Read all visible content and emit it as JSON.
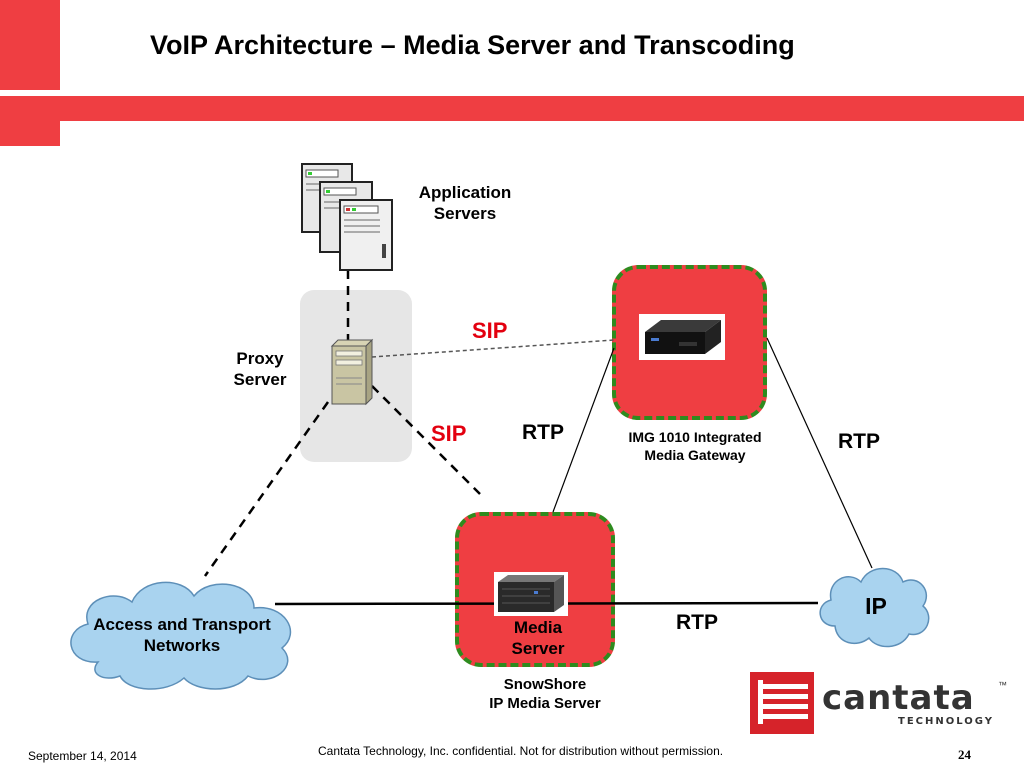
{
  "slide": {
    "title": "VoIP Architecture – Media Server and Transcoding",
    "page_number": "24"
  },
  "nodes": {
    "application_servers": {
      "line1": "Application",
      "line2": "Servers",
      "icon": "server-rack-icon"
    },
    "proxy_server": {
      "line1": "Proxy",
      "line2": "Server",
      "icon": "server-tower-icon"
    },
    "media_gateway": {
      "line1": "IMG 1010 Integrated",
      "line2": "Media Gateway",
      "icon": "gateway-device-icon"
    },
    "media_server": {
      "line1": "Media",
      "line2": "Server",
      "icon": "media-server-icon"
    },
    "snowshore": {
      "line1": "SnowShore",
      "line2": "IP Media Server"
    },
    "access_network": {
      "line1": "Access and Transport",
      "line2": "Networks",
      "icon": "cloud-icon"
    },
    "ip_network": {
      "label": "IP",
      "icon": "cloud-icon"
    }
  },
  "links": {
    "sip_top": "SIP",
    "sip_mid": "SIP",
    "rtp_gateway_media": "RTP",
    "rtp_gateway_ip": "RTP",
    "rtp_media_ip": "RTP"
  },
  "footer": {
    "date": "September 14, 2014",
    "confidential": "Cantata Technology, Inc. confidential. Not for distribution without permission."
  },
  "logo": {
    "name": "cantata",
    "sub": "TECHNOLOGY",
    "tm": "™"
  },
  "colors": {
    "accent_red": "#ef3e42",
    "dash_green": "#2e8b1e",
    "sip_red": "#e3000f",
    "cloud_blue": "#a9d3ef",
    "proxy_box": "#e6e6e6"
  }
}
